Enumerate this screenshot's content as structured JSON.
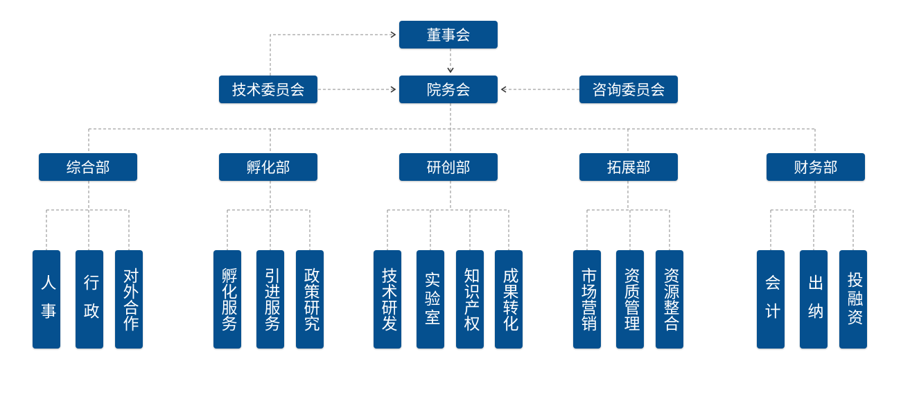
{
  "top": {
    "board": "董事会",
    "academy": "院务会",
    "tech_committee": "技术委员会",
    "advisory_committee": "咨询委员会"
  },
  "departments": [
    {
      "label": "综合部",
      "units": [
        "人事",
        "行政",
        "对外合作"
      ]
    },
    {
      "label": "孵化部",
      "units": [
        "孵化服务",
        "引进服务",
        "政策研究"
      ]
    },
    {
      "label": "研创部",
      "units": [
        "技术研发",
        "实验室",
        "知识产权",
        "成果转化"
      ]
    },
    {
      "label": "拓展部",
      "units": [
        "市场营销",
        "资质管理",
        "资源整合"
      ]
    },
    {
      "label": "财务部",
      "units": [
        "会计",
        "出纳",
        "投融资"
      ]
    }
  ],
  "colors": {
    "node_fill": "#05508f",
    "node_text": "#ffffff",
    "connector": "#8a8a8a"
  }
}
